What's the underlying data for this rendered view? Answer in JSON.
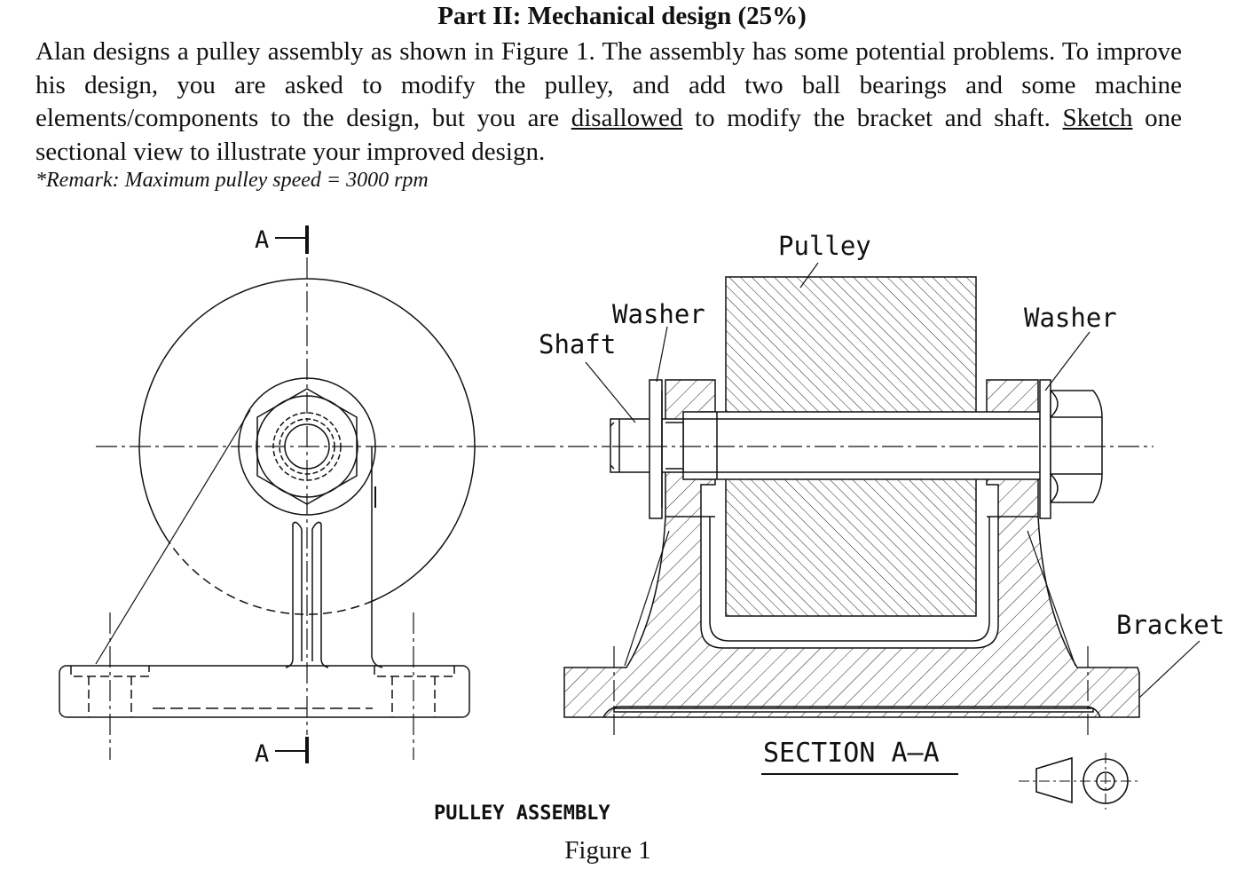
{
  "heading": "Part II: Mechanical design (25%)",
  "intro": {
    "p1": "Alan designs a pulley assembly as shown in Figure 1. The assembly has some potential problems. To improve his design, you are asked to modify the pulley, and add two ball bearings and some machine elements/components to the design, but you are ",
    "u1": "disallowed",
    "p2": " to modify the bracket and shaft. ",
    "u2": "Sketch",
    "p3": " one sectional view to illustrate your improved design."
  },
  "remark": "*Remark: Maximum pulley speed = 3000 rpm",
  "figure": {
    "section_marker_top": "A",
    "section_marker_bottom": "A",
    "labels": {
      "pulley": "Pulley",
      "washer_left": "Washer",
      "washer_right": "Washer",
      "shaft": "Shaft",
      "bracket": "Bracket",
      "section": "SECTION A–A",
      "assembly_title": "PULLEY ASSEMBLY"
    },
    "caption": "Figure 1"
  }
}
